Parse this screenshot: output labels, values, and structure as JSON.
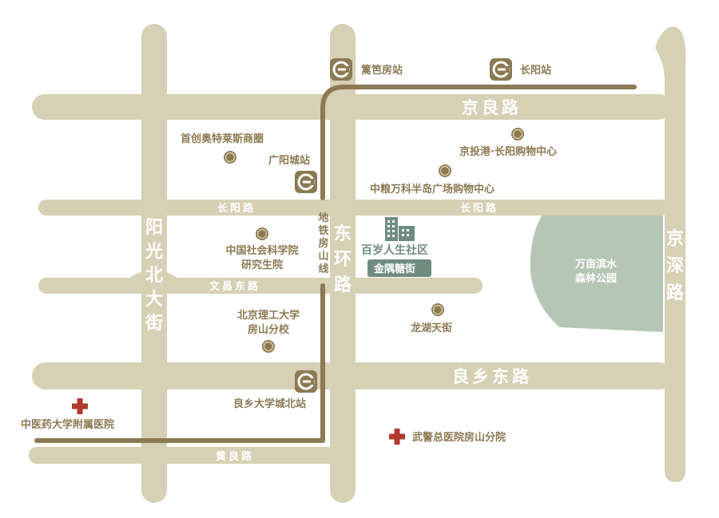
{
  "colors": {
    "road": "#d6d0b4",
    "metro_line": "#8c7a54",
    "label_text": "#8c7a54",
    "park": "#b5c6b4",
    "hospital_cross": "#b03a2e",
    "community": "#6f8c80",
    "badge": "#6f8c80"
  },
  "roads": {
    "jingliang": "京良路",
    "changyang_west": "长阳路",
    "changyang_east": "长阳路",
    "wenchang_east": "文昌东路",
    "liangxiang_east": "良乡东路",
    "huangliang": "黄良路",
    "yangguang_north": "阳光北大街",
    "donghuan": "东环路",
    "jingshen": "京深路"
  },
  "metro": {
    "line_name": "地铁房山线",
    "stations": {
      "libafang": "篱笆房站",
      "changyang": "长阳站",
      "guangyangcheng": "广阳城站",
      "liangxiang_univ_north": "良乡大学城北站"
    },
    "station_icon": "metro-station-icon"
  },
  "pois": {
    "shouchuang_outlets": "首创奥特莱斯商圈",
    "jingtougang": "京投港·长阳购物中心",
    "zhongliang_vanke": "中粮万科半岛广场购物中心",
    "cass": "中国社会科学院\n研究生院",
    "bit": "北京理工大学\n房山分校",
    "longhu": "龙湖天街"
  },
  "hospitals": {
    "tcm_hospital": "中医药大学附属医院",
    "armed_police_hospital": "武警总医院房山分院",
    "icon": "red-cross-icon"
  },
  "park": "万亩滨水\n森林公园",
  "community": {
    "name": "百岁人生社区",
    "badge": "金隅糖街",
    "icon": "building-icon"
  }
}
